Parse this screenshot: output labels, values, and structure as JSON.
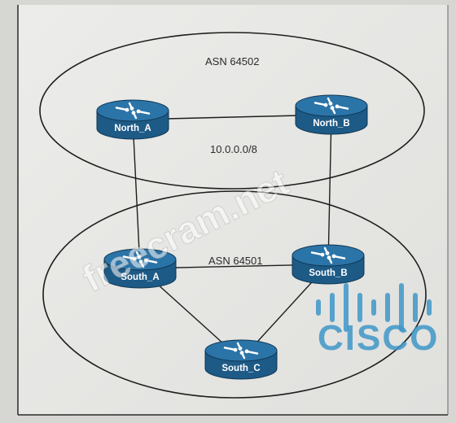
{
  "diagram": {
    "asn_top": "ASN 64502",
    "asn_bottom": "ASN 64501",
    "network": "10.0.0.0/8",
    "routers": {
      "north_a": "North_A",
      "north_b": "North_B",
      "south_a": "South_A",
      "south_b": "South_B",
      "south_c": "South_C"
    },
    "links": [
      [
        "north_a",
        "north_b"
      ],
      [
        "north_a",
        "south_a"
      ],
      [
        "north_b",
        "south_b"
      ],
      [
        "south_a",
        "south_b"
      ],
      [
        "south_a",
        "south_c"
      ],
      [
        "south_b",
        "south_c"
      ]
    ]
  },
  "watermark": "freecram.net",
  "logo": {
    "word": "CISCO",
    "color": "#3e96c8"
  },
  "colors": {
    "router_body": "#1d5a86",
    "router_top": "#2b74a8",
    "line": "#1e1e1e",
    "background": "#d9d9d6",
    "paper": "#e9e9e6"
  }
}
